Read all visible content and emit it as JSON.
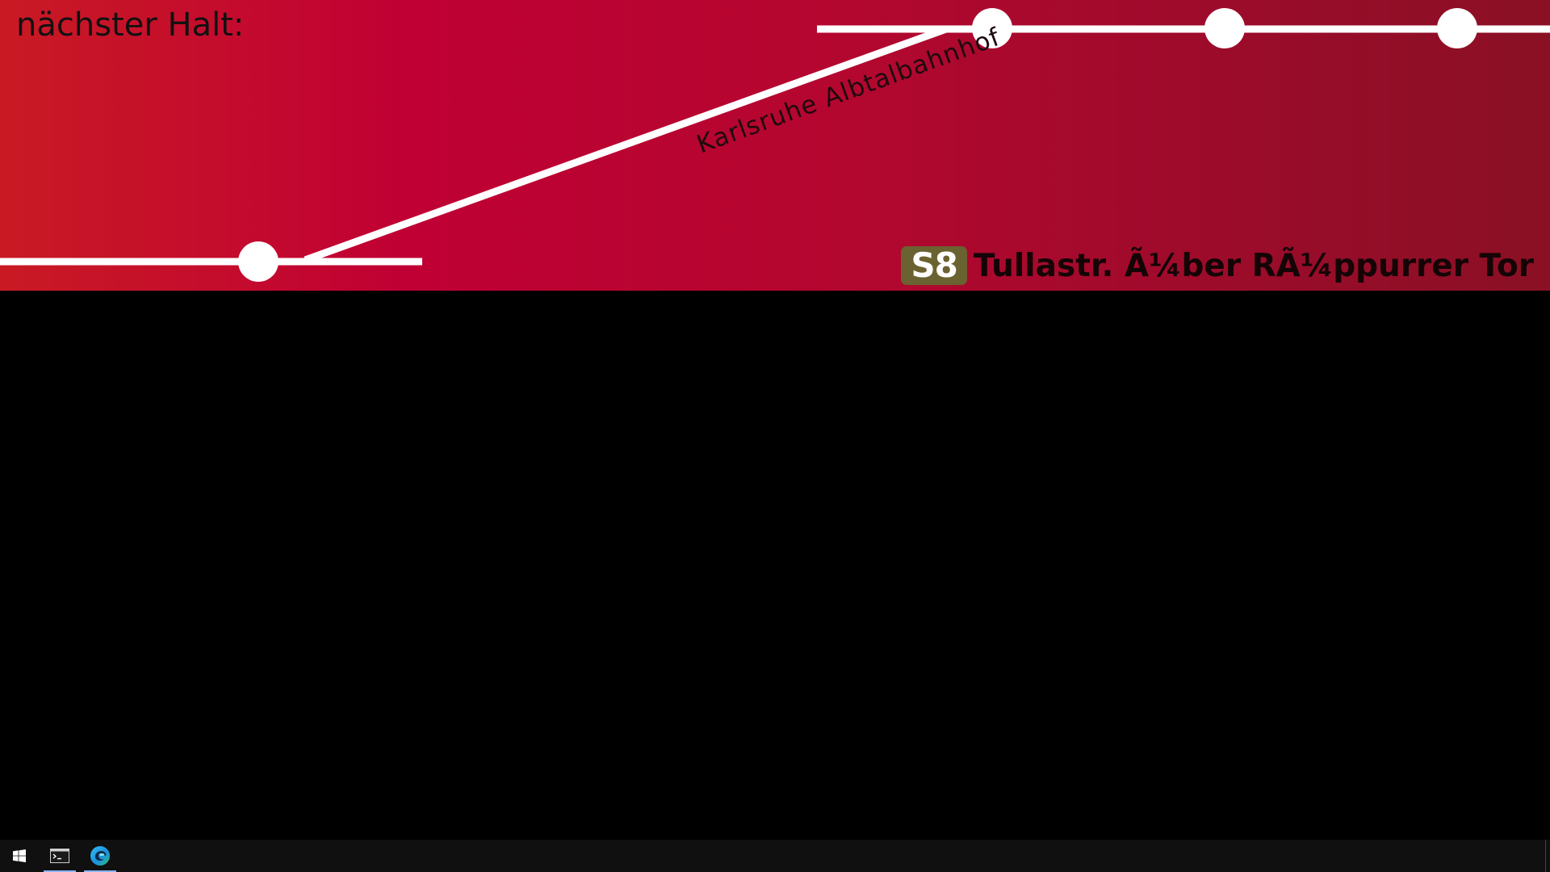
{
  "display": {
    "next_stop_label": "nächster Halt:",
    "current_station": "Karlsruhe Albtalbahnhof",
    "line_badge": {
      "label": "S8",
      "background_color": "#6b6231",
      "text_color": "#ffffff"
    },
    "destination": "Tullastr. Ã¼ber RÃ¼ppurrer Tor",
    "colors": {
      "gradient_left": "#c91a24",
      "gradient_mid": "#c00034",
      "gradient_right": "#8a1024",
      "route_line": "#ffffff"
    }
  },
  "taskbar": {
    "start_icon": "windows-logo-icon",
    "pinned_apps": [
      {
        "name": "terminal",
        "icon": "terminal-icon",
        "running": true
      },
      {
        "name": "edge",
        "icon": "edge-browser-icon",
        "running": true
      }
    ]
  }
}
